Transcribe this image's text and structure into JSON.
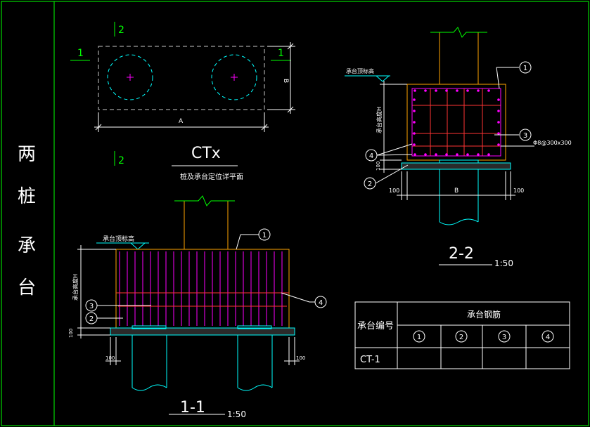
{
  "side_title": [
    "两",
    "桩",
    "承",
    "台"
  ],
  "plan": {
    "section_mark_1": "1",
    "section_mark_2": "2",
    "dim_a": "A",
    "dim_b": "B",
    "name": "CTx",
    "caption": "桩及承台定位详平面"
  },
  "section_11": {
    "top_label": "承台顶标高",
    "height_label": "承台高度H",
    "dim_100": "100",
    "callouts": [
      "1",
      "2",
      "3",
      "4"
    ],
    "title": "1-1",
    "scale": "1:50"
  },
  "section_22": {
    "top_label": "承台顶标高",
    "height_label": "承台高度H",
    "dim_100": "100",
    "dim_b": "B",
    "stirrup_note": "Φ8@300x300",
    "callouts": [
      "1",
      "2",
      "3",
      "4"
    ],
    "title": "2-2",
    "scale": "1:50"
  },
  "rebar_table": {
    "col1_header": "承台编号",
    "group_header": "承台钢筋",
    "sub_headers": [
      "1",
      "2",
      "3",
      "4"
    ],
    "rows": [
      {
        "id": "CT-1",
        "cells": [
          "",
          "",
          "",
          ""
        ]
      }
    ]
  },
  "colors": {
    "background": "#000000",
    "frame": "#00ff00",
    "outline": "#ffffff",
    "hidden": "#c8c8c8",
    "pile": "#00ffff",
    "rebar": "#ff00ff",
    "column": "#ffa500",
    "dimension": "#ffffff"
  }
}
